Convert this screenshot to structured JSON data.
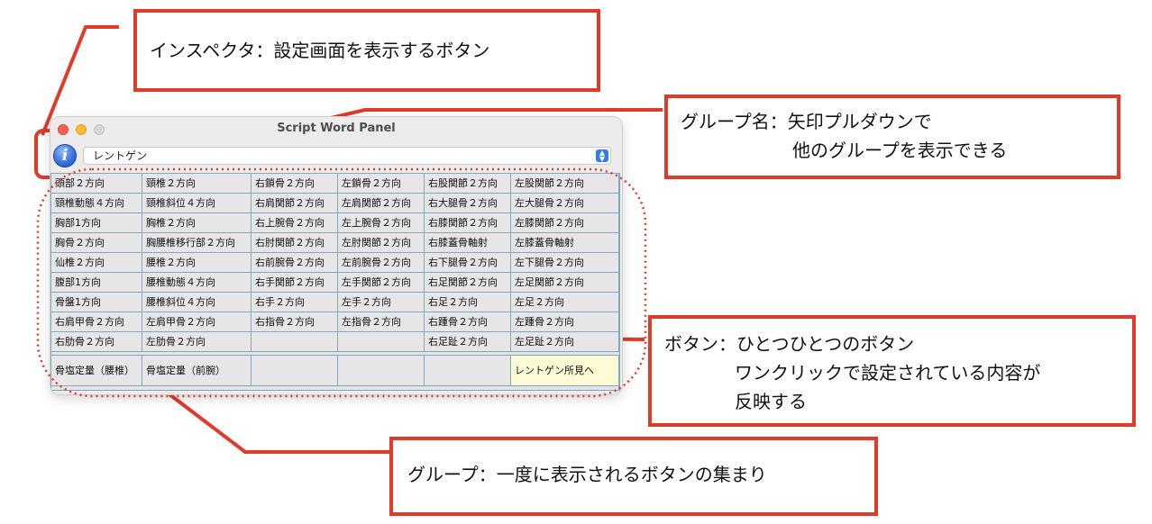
{
  "window": {
    "title": "Script Word Panel",
    "info_icon": "info-icon",
    "info_glyph": "i",
    "group_select": {
      "value": "レントゲン",
      "arrow_glyph": "⌃⌄"
    }
  },
  "grid": {
    "rows": [
      [
        "頭部２方向",
        "頸椎２方向",
        "右鎖骨２方向",
        "左鎖骨２方向",
        "右股関節２方向",
        "左股関節２方向"
      ],
      [
        "頸椎動態４方向",
        "頸椎斜位４方向",
        "右肩関節２方向",
        "左肩関節２方向",
        "右大腿骨２方向",
        "左大腿骨２方向"
      ],
      [
        "胸部1方向",
        "胸椎２方向",
        "右上腕骨２方向",
        "左上腕骨２方向",
        "右膝関節２方向",
        "左膝関節２方向"
      ],
      [
        "胸骨２方向",
        "胸腰椎移行部２方向",
        "右肘関節２方向",
        "左肘関節２方向",
        "右膝蓋骨軸射",
        "左膝蓋骨軸射"
      ],
      [
        "仙椎２方向",
        "腰椎２方向",
        "右前腕骨２方向",
        "左前腕骨２方向",
        "右下腿骨２方向",
        "左下腿骨２方向"
      ],
      [
        "腹部1方向",
        "腰椎動態４方向",
        "右手関節２方向",
        "左手関節２方向",
        "右足関節２方向",
        "左足関節２方向"
      ],
      [
        "骨盤1方向",
        "腰椎斜位４方向",
        "右手２方向",
        "左手２方向",
        "右足２方向",
        "左足２方向"
      ],
      [
        "右肩甲骨２方向",
        "左肩甲骨２方向",
        "右指骨２方向",
        "左指骨２方向",
        "右踵骨２方向",
        "左踵骨２方向"
      ],
      [
        "右肋骨２方向",
        "左肋骨２方向",
        "",
        "",
        "右足趾２方向",
        "左足趾２方向"
      ]
    ],
    "last_row": [
      "骨塩定量（腰椎）",
      "骨塩定量（前腕）",
      "",
      "",
      "",
      "レントゲン所見へ"
    ]
  },
  "annotations": {
    "inspector": "インスペクタ：設定画面を表示するボタン",
    "group_name": [
      "グループ名：矢印プルダウンで",
      "他のグループを表示できる"
    ],
    "button": [
      "ボタン：ひとつひとつのボタン",
      "ワンクリックで設定されている内容が",
      "反映する"
    ],
    "group": "グループ：一度に表示されるボタンの集まり"
  },
  "colors": {
    "annotation_red": "#e03a28",
    "grid_line": "#7fa9c1",
    "highlight_cell": "#fdfbd4"
  }
}
